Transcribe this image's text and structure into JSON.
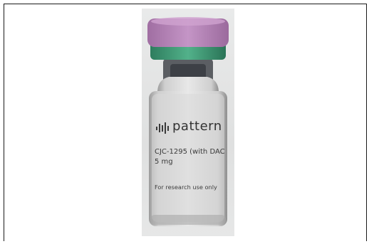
{
  "image": {
    "subject": "vial",
    "cap_color": "#b884b8",
    "collar_color": "#3f9a76"
  },
  "label": {
    "brand": "pattern",
    "brand_icon": "bars-logo-icon",
    "product": "CJC-1295 (with DAC",
    "dose": "5 mg",
    "disclaimer": "For research use only"
  }
}
